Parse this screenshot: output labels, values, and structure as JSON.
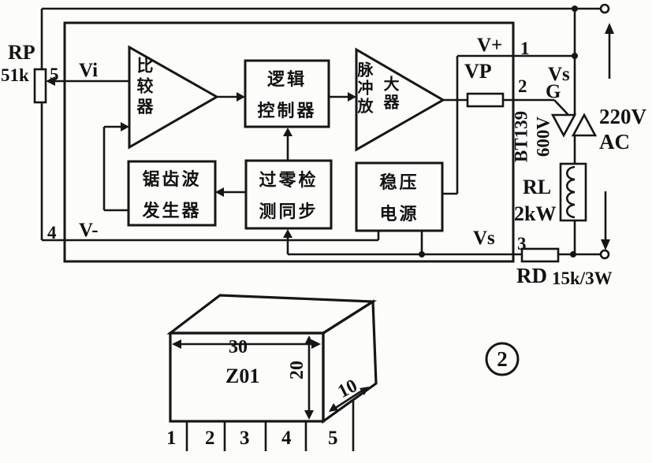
{
  "figure": {
    "number": "2"
  },
  "schematic": {
    "rp_label": "RP",
    "rp_value": "51k",
    "pin1": "1",
    "pin2": "2",
    "pin3": "3",
    "pin4": "4",
    "pin5": "5",
    "vi": "Vi",
    "v_plus": "V+",
    "v_minus": "V-",
    "vs_top": "Vs",
    "vs_bottom": "Vs",
    "gate": "G",
    "vp": "VP",
    "blocks": {
      "comparator": "比较器",
      "logic": [
        "逻辑",
        "控制器"
      ],
      "pulse_amp": [
        "脉冲放",
        "大器"
      ],
      "sawtooth": [
        "锯齿波",
        "发生器"
      ],
      "zero_cross": [
        "过零检",
        "测同步"
      ],
      "power_supply": [
        "稳压",
        "电源"
      ]
    },
    "triac_part": "BT139",
    "triac_voltage": "600V",
    "mains_voltage": "220V",
    "mains_type": "AC",
    "load_label": "RL",
    "load_power": "2kW",
    "rd_label": "RD",
    "rd_value": "15k/3W"
  },
  "package": {
    "label": "Z01",
    "dim_width": "30",
    "dim_height": "20",
    "dim_depth": "10",
    "pins": [
      "1",
      "2",
      "3",
      "4",
      "5"
    ]
  }
}
